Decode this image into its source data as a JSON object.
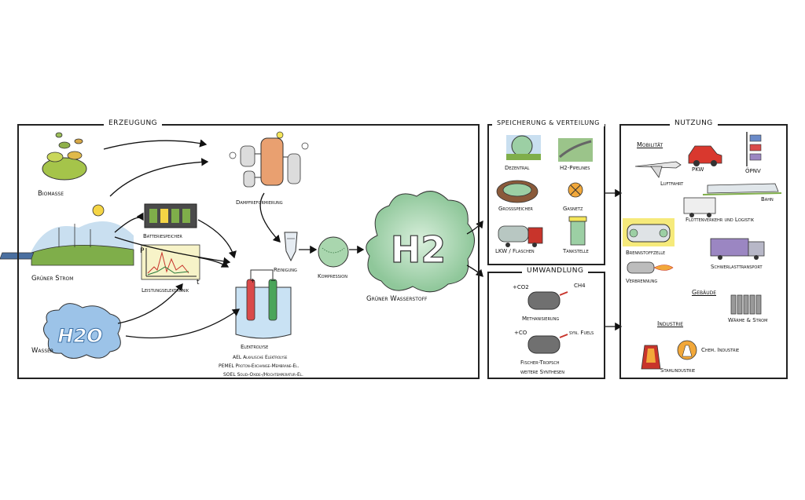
{
  "sections": {
    "erzeugung": "ERZEUGUNG",
    "speicherung": "SPEICHERUNG & VERTEILUNG",
    "umwandlung": "UMWANDLUNG",
    "nutzung": "NUTZUNG"
  },
  "erzeugung": {
    "biomasse": "Biomasse",
    "gruener_strom": "Grüner Strom",
    "wasser": "Wasser",
    "h2o_glyph": "H2O",
    "batteriespeicher": "Batteriespeicher",
    "leistungselektronik": "Leistungselektronik",
    "dampfreformierung": "Dampfreformierung",
    "reinigung": "Reinigung",
    "kompression": "Kompression",
    "elektrolyse": "Elektrolyse",
    "ael": "AEL Alkalische Elektrolyse",
    "pemel": "PEMEL Proton-Exchange-Membrane-El.",
    "soel": "SOEL Solid-Oxide-/Hochtemperatur-El.",
    "h2_glyph": "H2",
    "gruener_wasserstoff": "Grüner Wasserstoff",
    "axis_p": "P",
    "axis_t": "t"
  },
  "speicherung": {
    "dezentral": "Dezentral",
    "h2_pipelines": "H2-Pipelines",
    "grossspeicher": "Großspeicher",
    "gasnetz": "Gasnetz",
    "lkw_flaschen": "LKW / Flaschen",
    "tankstelle": "Tankstelle"
  },
  "umwandlung": {
    "plus_co2": "+CO2",
    "ch4": "CH4",
    "methanisierung": "Methanisierung",
    "plus_co": "+CO",
    "syn_fuels": "syn. Fuels",
    "fischer_tropsch": "Fischer-Tropsch",
    "weitere_synthesen": "weitere Synthesen"
  },
  "nutzung": {
    "mobilitaet": "Mobilität",
    "pkw": "PKW",
    "oepnv": "ÖPNV",
    "luftfahrt": "Luftfahrt",
    "bahn": "Bahn",
    "flottenverkehr": "Flottenverkehr und Logistik",
    "brennstoffzelle": "Brennstoffzelle",
    "schwerlasttransport": "Schwerlasttransport",
    "verbrennung": "Verbrennung",
    "gebaeude": "Gebäude",
    "waerme_strom": "Wärme & Strom",
    "industrie": "Industrie",
    "chem_industrie": "Chem. Industrie",
    "stahlindustrie": "Stahlindustrie"
  },
  "colors": {
    "outline": "#222222",
    "hydrogen_green": "#9ccfa4",
    "water_blue": "#8fb8e0",
    "grass_green": "#7fae4a",
    "truck_red": "#c8342b",
    "lilac": "#9b86c2",
    "highlight_yellow": "#f4e55a"
  }
}
